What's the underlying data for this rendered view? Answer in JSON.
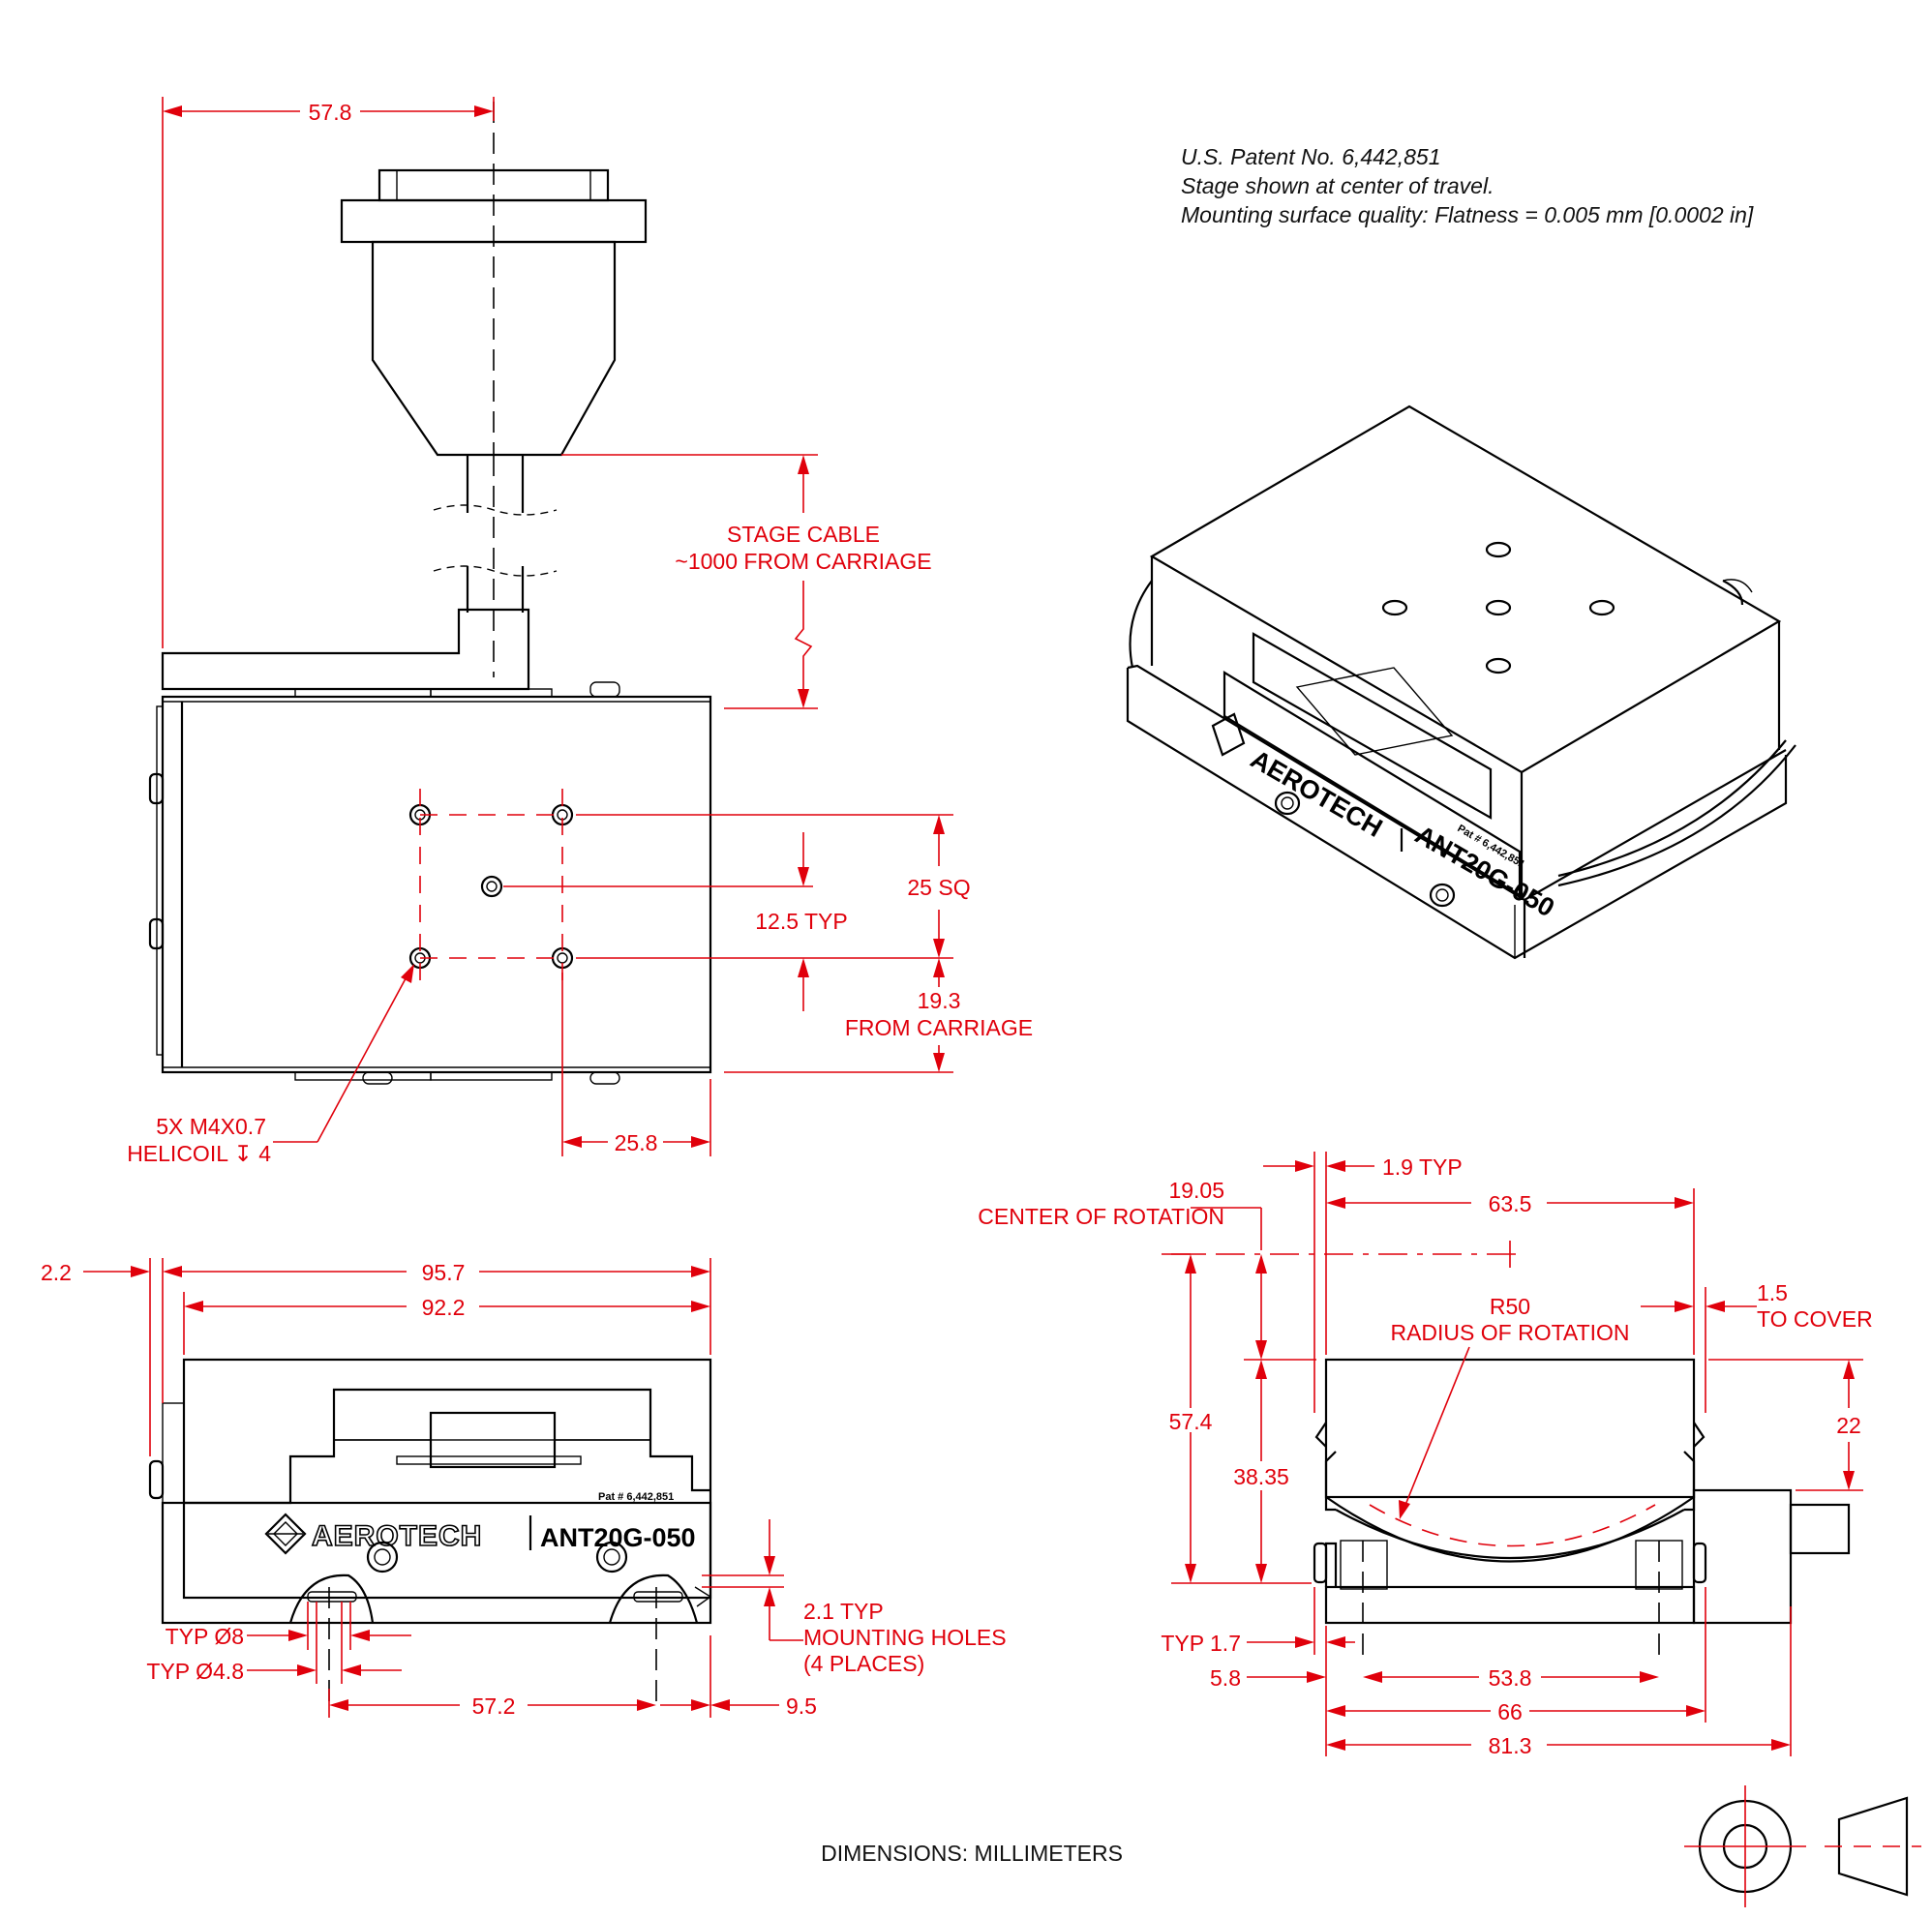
{
  "notes": {
    "patent": "U.S. Patent No. 6,442,851",
    "center": "Stage shown at center of travel.",
    "flatness": "Mounting surface quality: Flatness = 0.005 mm [0.0002 in]"
  },
  "footer": {
    "units": "DIMENSIONS:  MILLIMETERS"
  },
  "product": {
    "brand": "AEROTECH",
    "model": "ANT20G-050",
    "patent_mark": "Pat # 6,442,851"
  },
  "top_view": {
    "width_to_center": "57.8",
    "cable_line1": "STAGE CABLE",
    "cable_line2": "~1000 FROM CARRIAGE",
    "hole_pattern": "25 SQ",
    "hole_typ": "12.5 TYP",
    "from_carriage_value": "19.3",
    "from_carriage_text": "FROM CARRIAGE",
    "thread_line1": "5X M4X0.7",
    "thread_line2": "HELICOIL ↧ 4",
    "right_offset": "25.8"
  },
  "front_view": {
    "left_gap": "2.2",
    "overall": "95.7",
    "carriage": "92.2",
    "cbore": "TYP Ø8",
    "thru": "TYP Ø4.8",
    "hole_spacing": "57.2",
    "end_offset": "9.5",
    "mount_typ": "2.1 TYP",
    "mount_line2": "MOUNTING HOLES",
    "mount_line3": "(4 PLACES)"
  },
  "side_view": {
    "gap_typ": "1.9 TYP",
    "rotation_value": "19.05",
    "rotation_text": "CENTER OF ROTATION",
    "top_width": "63.5",
    "radius_value": "R50",
    "radius_text": "RADIUS OF ROTATION",
    "cover_value": "1.5",
    "cover_text": "TO COVER",
    "total_height": "57.4",
    "base_height": "38.35",
    "cable_height": "22",
    "base_gap": "TYP 1.7",
    "hole_offset": "5.8",
    "hole_spacing": "53.8",
    "base_width": "66",
    "overall_width": "81.3"
  }
}
